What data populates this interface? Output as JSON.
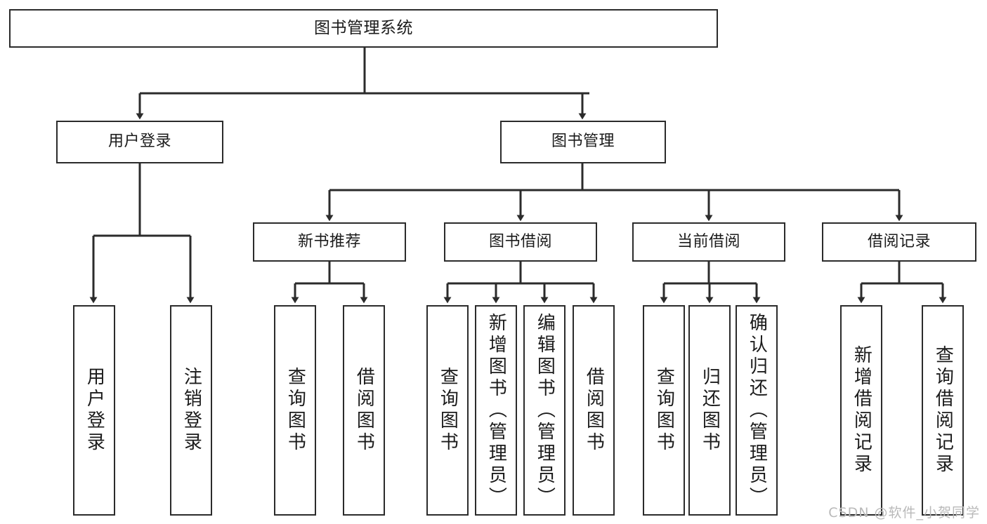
{
  "diagram": {
    "type": "tree-hierarchy-chart",
    "title": "图书管理系统",
    "colors": {
      "stroke": "#2b2b2b",
      "fill": "#ffffff",
      "text": "#1b1b1b",
      "watermark": "#b9b9b9"
    },
    "root": {
      "label": "图书管理系统"
    },
    "level1": [
      {
        "label": "用户登录"
      },
      {
        "label": "图书管理"
      }
    ],
    "level2": [
      {
        "label": "新书推荐"
      },
      {
        "label": "图书借阅"
      },
      {
        "label": "当前借阅"
      },
      {
        "label": "借阅记录"
      }
    ],
    "leaves": {
      "user_login": [
        {
          "label": "用户登录"
        },
        {
          "label": "注销登录"
        }
      ],
      "new_book": [
        {
          "label": "查询图书"
        },
        {
          "label": "借阅图书"
        }
      ],
      "book_borrow": [
        {
          "label": "查询图书"
        },
        {
          "label": "新增图书（管理员）"
        },
        {
          "label": "编辑图书（管理员）"
        },
        {
          "label": "借阅图书"
        }
      ],
      "current_borrow": [
        {
          "label": "查询图书"
        },
        {
          "label": "归还图书"
        },
        {
          "label": "确认归还（管理员）"
        }
      ],
      "borrow_record": [
        {
          "label": "新增借阅记录"
        },
        {
          "label": "查询借阅记录"
        }
      ]
    }
  },
  "watermark": {
    "text": "CSDN @软件_小贺同学"
  }
}
